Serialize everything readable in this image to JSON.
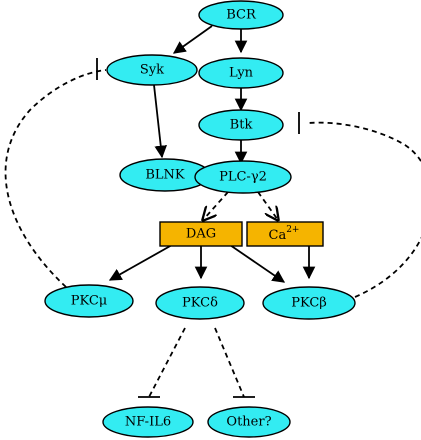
{
  "colors": {
    "ellipse_fill": "#33ecf2",
    "box_fill": "#f5b400",
    "stroke": "#000000"
  },
  "nodes": {
    "bcr": "BCR",
    "syk": "Syk",
    "lyn": "Lyn",
    "btk": "Btk",
    "blnk": "BLNK",
    "plc": "PLC-γ2",
    "dag": "DAG",
    "ca_base": "Ca",
    "ca_sup": "2+",
    "pkc_mu": "PKCμ",
    "pkc_delta": "PKCδ",
    "pkc_beta": "PKCβ",
    "nf_il6": "NF-IL6",
    "other": "Other?"
  }
}
